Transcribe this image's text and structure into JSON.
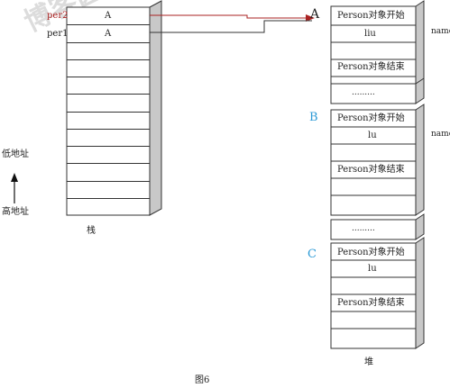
{
  "watermarks": {
    "main": "博客园蜂",
    "secondary": "蜂"
  },
  "stack": {
    "caption": "栈",
    "rows": 12,
    "per2": {
      "label": "per2",
      "value": "A"
    },
    "per1": {
      "label": "per1",
      "value": "A"
    }
  },
  "address": {
    "low": "低地址",
    "high": "高地址"
  },
  "heap": {
    "caption": "堆",
    "objects": [
      {
        "marker": "A",
        "start": "Person对象开始",
        "field": "liu",
        "end": "Person对象结束",
        "side": "name"
      },
      {
        "marker": "B",
        "start": "Person对象开始",
        "field": "lu",
        "end": "Person对象结束",
        "side": "name"
      },
      {
        "marker": "C",
        "start": "Person对象开始",
        "field": "lu",
        "end": "Person对象结束",
        "side": ""
      }
    ],
    "gap_text": ".........",
    "gap_text2": "........."
  },
  "figure_caption": "图6",
  "colors": {
    "line": "#333333",
    "shade": "#c8c8c8",
    "arrow": "#aa2222",
    "marker_b": "#2c9ad6"
  }
}
